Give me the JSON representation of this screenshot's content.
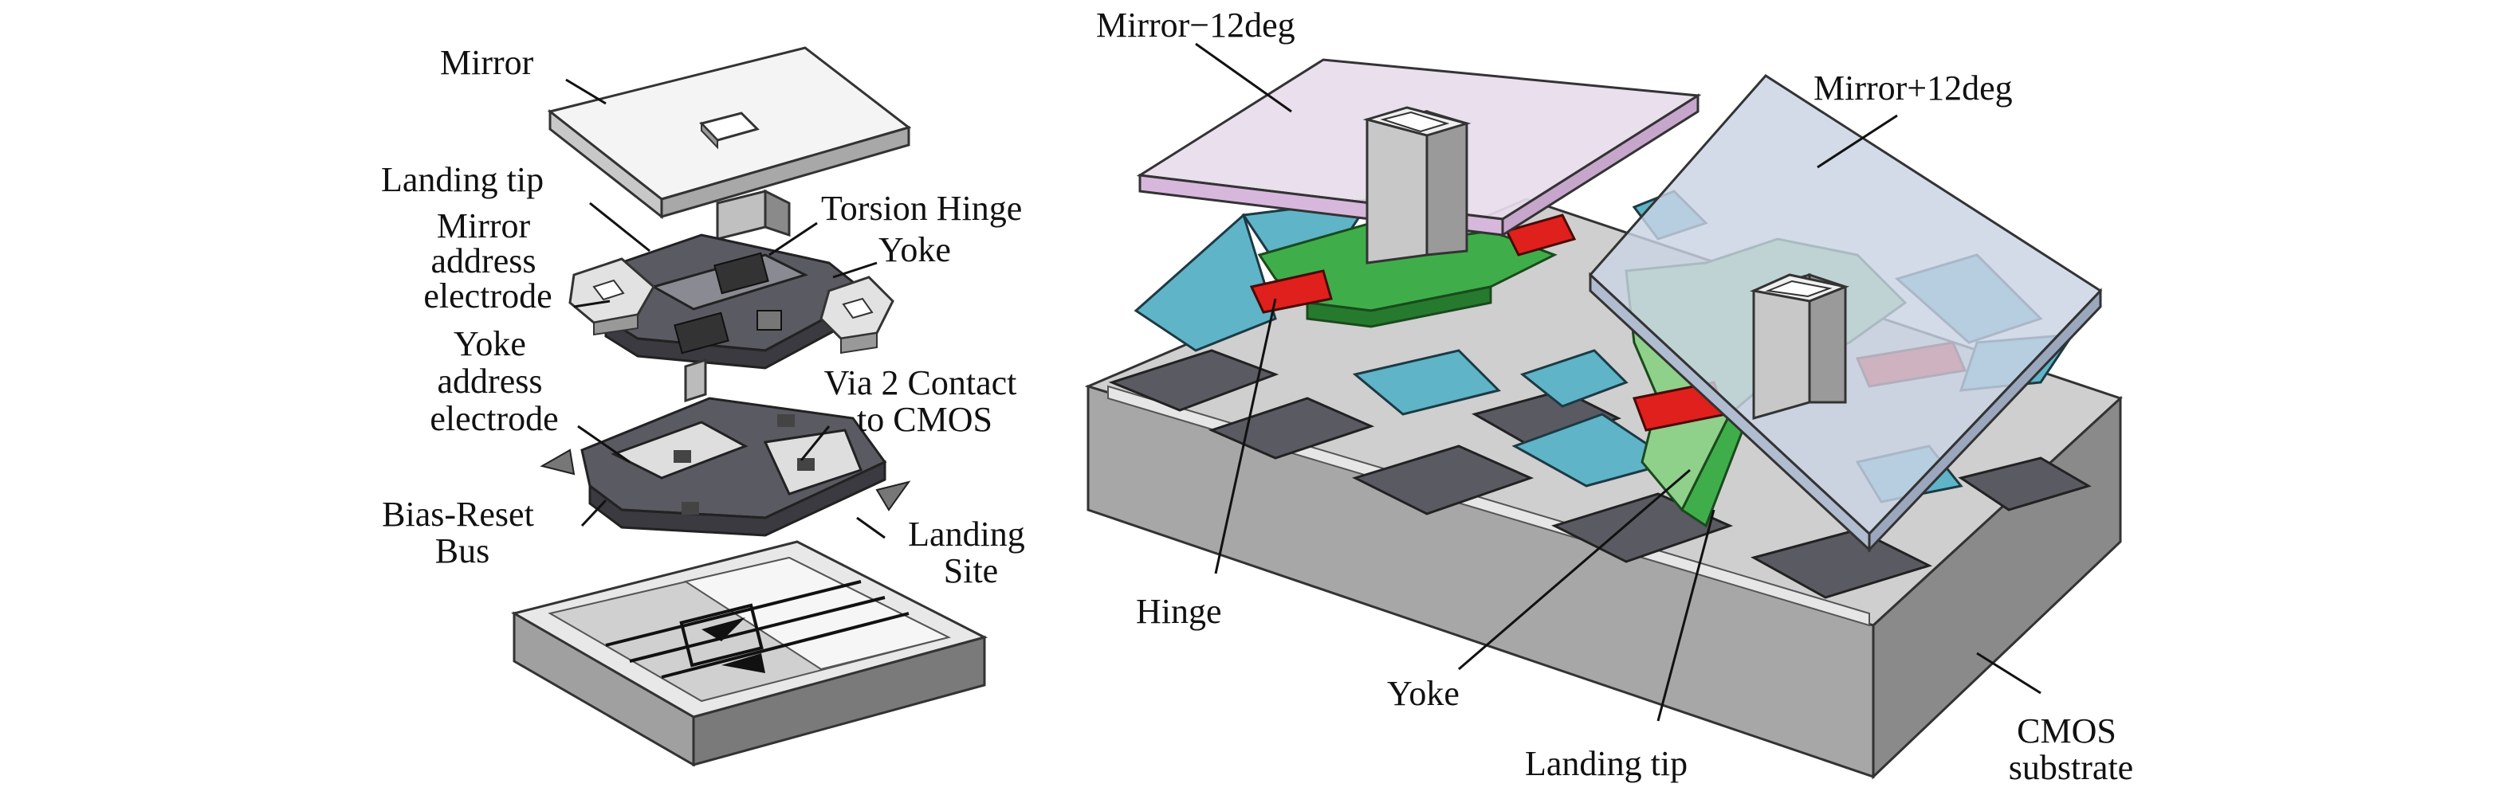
{
  "left_diagram": {
    "labels": {
      "mirror": "Mirror",
      "landing_tip": "Landing tip",
      "torsion_hinge": "Torsion Hinge",
      "mirror_address_electrode": [
        "Mirror",
        "address",
        "electrode"
      ],
      "yoke": "Yoke",
      "yoke_address_electrode": [
        "Yoke",
        "address",
        "electrode"
      ],
      "via_contact": [
        "Via 2 Contact",
        "to CMOS"
      ],
      "bias_reset_bus": [
        "Bias-Reset",
        "Bus"
      ],
      "landing_site": [
        "Landing",
        "Site"
      ]
    }
  },
  "right_diagram": {
    "labels": {
      "mirror_minus": "Mirror−12deg",
      "mirror_plus": "Mirror+12deg",
      "hinge": "Hinge",
      "yoke": "Yoke",
      "landing_tip": "Landing tip",
      "cmos_substrate": [
        "CMOS",
        "substrate"
      ]
    }
  },
  "colors": {
    "mirror_minus": "#e7dcec",
    "mirror_plus": "#c9d3e4",
    "yoke_green": "#3fae4a",
    "yoke_green_light": "#8fd08a",
    "hinge_red": "#e0201c",
    "electrode_cyan": "#5fb4c8",
    "substrate_gray": "#a7a7a7",
    "dark_gray": "#5a5a62"
  }
}
